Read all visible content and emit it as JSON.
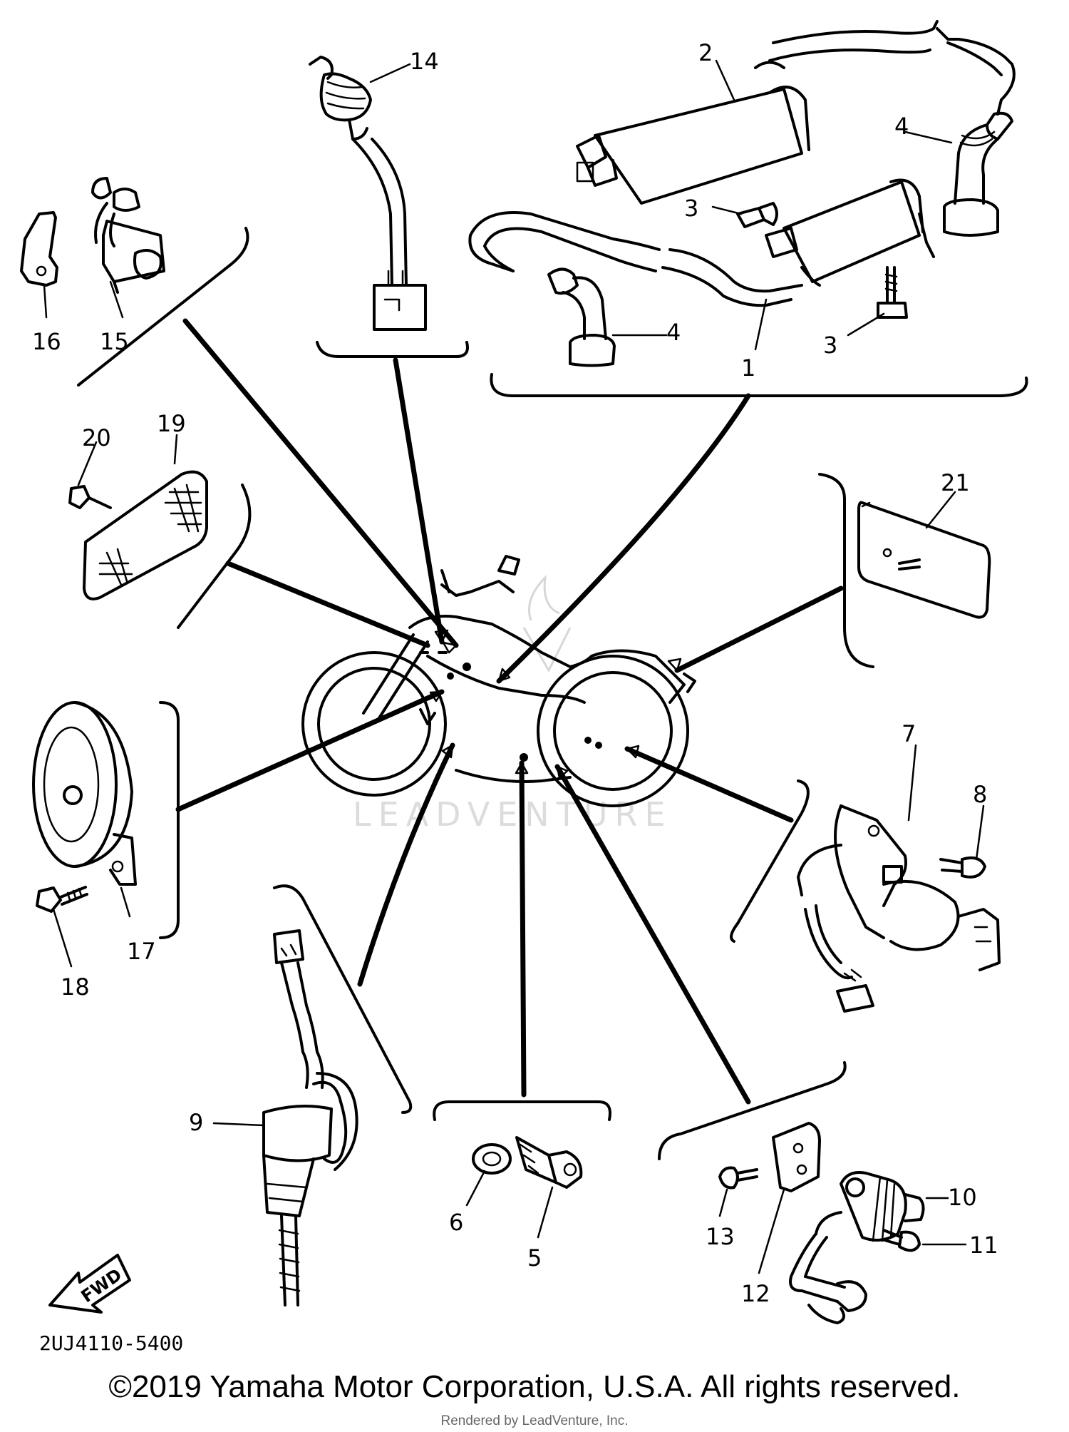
{
  "diagram": {
    "part_code": "2UJ4110-5400",
    "watermark": "LEADVENTURE",
    "fwd_label": "FWD",
    "callouts": [
      "1",
      "2",
      "3",
      "4",
      "5",
      "6",
      "7",
      "8",
      "9",
      "10",
      "11",
      "12",
      "13",
      "14",
      "15",
      "16",
      "17",
      "18",
      "19",
      "20",
      "21"
    ]
  },
  "footer": {
    "copyright": "©2019 Yamaha Motor Corporation, U.S.A. All rights reserved.",
    "rendered_by": "Rendered by LeadVenture, Inc."
  }
}
